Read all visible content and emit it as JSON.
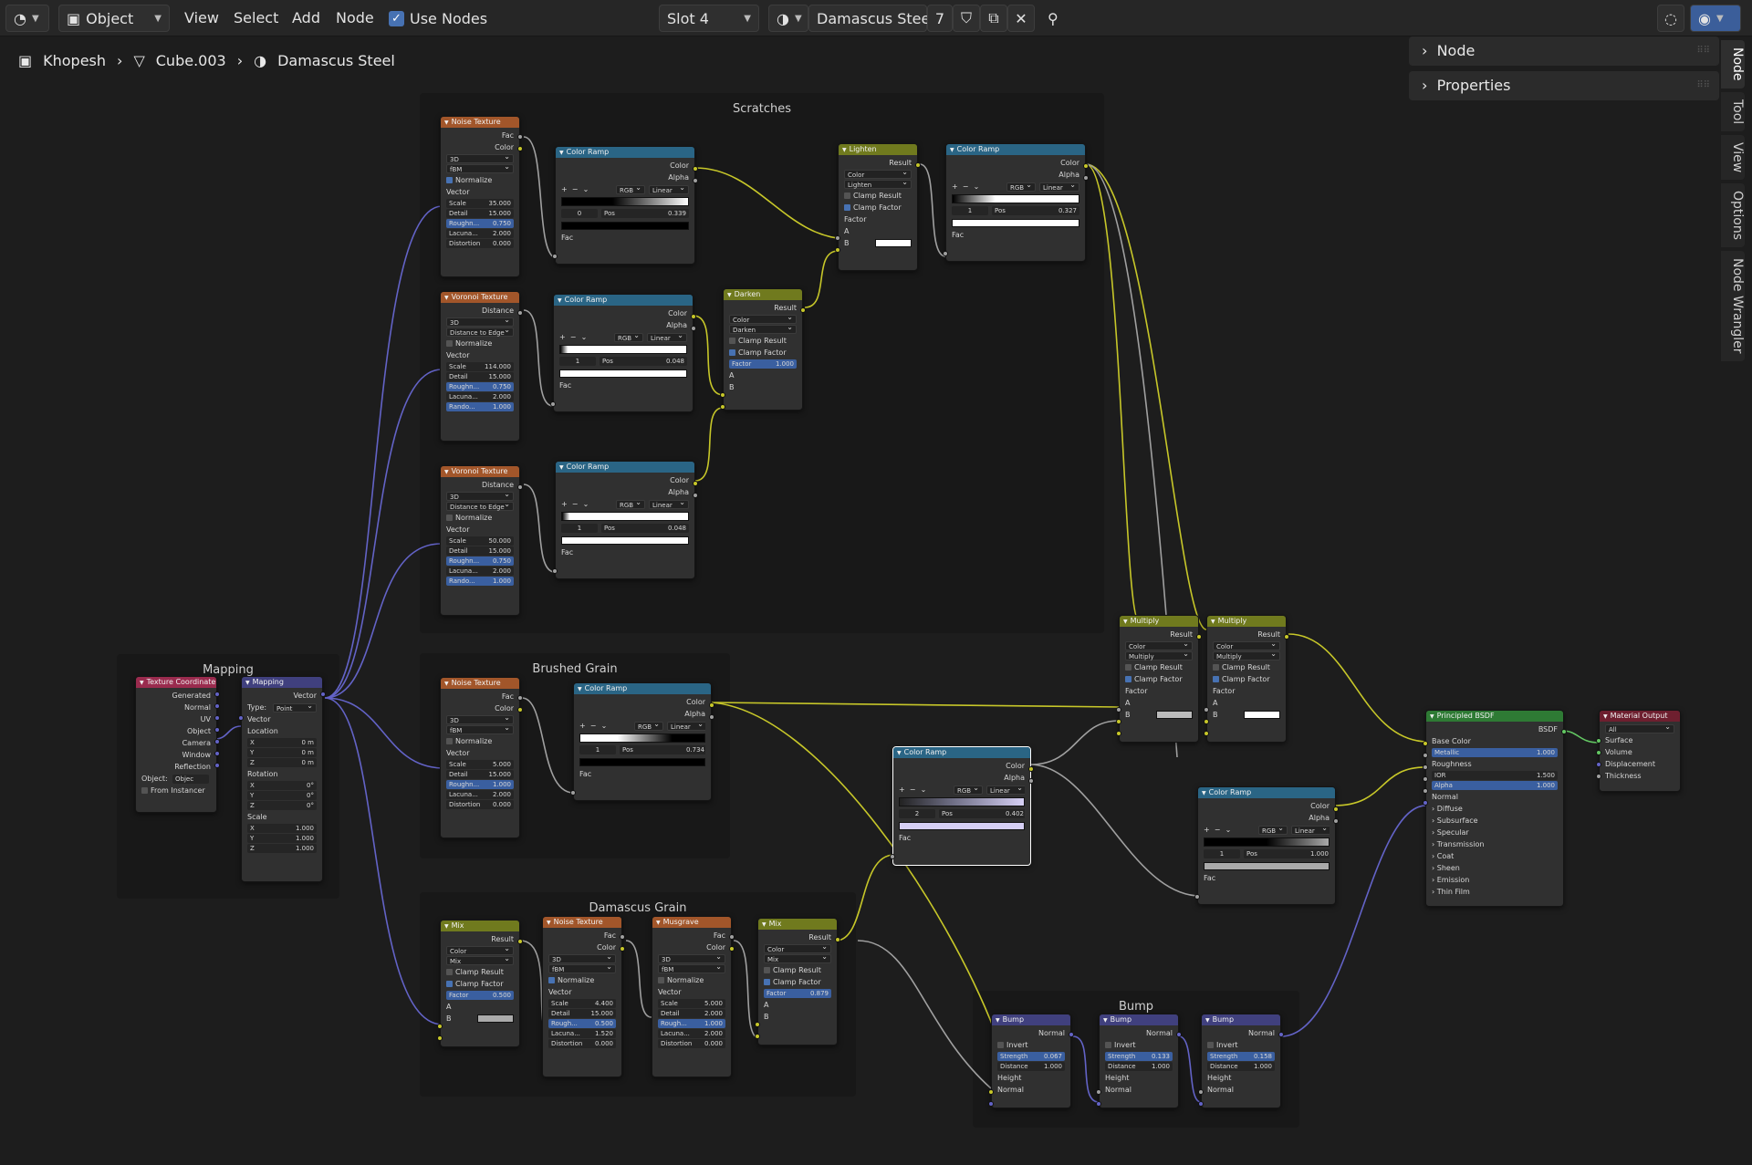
{
  "header": {
    "mode_label": "Object",
    "menus": [
      "View",
      "Select",
      "Add",
      "Node"
    ],
    "use_nodes_label": "Use Nodes",
    "slot_label": "Slot 4",
    "material_name": "Damascus Steel",
    "user_count": "7"
  },
  "breadcrumb": {
    "object": "Khopesh",
    "mesh": "Cube.003",
    "material": "Damascus Steel"
  },
  "side_panel": {
    "node_label": "Node",
    "properties_label": "Properties",
    "tabs": [
      "Node",
      "Tool",
      "View",
      "Options",
      "Node Wrangler"
    ]
  },
  "frames": {
    "scratches": "Scratches",
    "brushed": "Brushed Grain",
    "mapping": "Mapping",
    "damascus": "Damascus Grain",
    "bump": "Bump"
  },
  "common": {
    "fac": "Fac",
    "color": "Color",
    "alpha": "Alpha",
    "result": "Result",
    "vector": "Vector",
    "distance": "Distance",
    "a": "A",
    "b": "B",
    "normal": "Normal",
    "height": "Height",
    "invert": "Invert",
    "rgb": "RGB",
    "linear": "Linear",
    "pos": "Pos",
    "normalize": "Normalize",
    "clamp_result": "Clamp Result",
    "clamp_factor": "Clamp Factor",
    "factor": "Factor",
    "dim3d": "3D",
    "fbm": "fBM",
    "dist_edge": "Distance to Edge",
    "mode_color": "Color",
    "scale": "Scale",
    "detail": "Detail",
    "rough_abbr": "Roughn...",
    "lacuna": "Lacuna...",
    "distortion": "Distortion",
    "rando": "Rando...",
    "rough_short": "Rough...",
    "strength": "Strength",
    "x": "X",
    "y": "Y",
    "z": "Z",
    "plus": "+",
    "minus": "−",
    "menu": "⌄"
  },
  "nodes": {
    "noise1": {
      "title": "Noise Texture",
      "scale": "35.000",
      "detail": "15.000",
      "rough": "0.750",
      "lac": "2.000",
      "dist": "0.000"
    },
    "ramp1": {
      "title": "Color Ramp",
      "index": "0",
      "pos": "0.339"
    },
    "voronoi1": {
      "title": "Voronoi Texture",
      "scale": "114.000",
      "detail": "15.000",
      "rough": "0.750",
      "lac": "2.000",
      "rand": "1.000"
    },
    "ramp2": {
      "title": "Color Ramp",
      "index": "1",
      "pos": "0.048"
    },
    "voronoi2": {
      "title": "Voronoi Texture",
      "scale": "50.000",
      "detail": "15.000",
      "rough": "0.750",
      "lac": "2.000",
      "rand": "1.000"
    },
    "ramp3": {
      "title": "Color Ramp",
      "index": "1",
      "pos": "0.048"
    },
    "darken": {
      "title": "Darken",
      "blend": "Darken",
      "factor": "1.000"
    },
    "lighten": {
      "title": "Lighten",
      "blend": "Lighten"
    },
    "ramp4": {
      "title": "Color Ramp",
      "index": "1",
      "pos": "0.327"
    },
    "texcoord": {
      "title": "Texture Coordinate",
      "outputs": [
        "Generated",
        "Normal",
        "UV",
        "Object",
        "Camera",
        "Window",
        "Reflection"
      ],
      "object_label": "Object:",
      "object_placeholder": "Objec",
      "from_instancer": "From Instancer"
    },
    "mapping": {
      "title": "Mapping",
      "type_label": "Type:",
      "type_value": "Point",
      "location": "Location",
      "rotation": "Rotation",
      "scale": "Scale",
      "loc": [
        "0 m",
        "0 m",
        "0 m"
      ],
      "rot": [
        "0°",
        "0°",
        "0°"
      ],
      "scl": [
        "1.000",
        "1.000",
        "1.000"
      ]
    },
    "noise2": {
      "title": "Noise Texture",
      "scale": "5.000",
      "detail": "15.000",
      "rough": "1.000",
      "lac": "2.000",
      "dist": "0.000"
    },
    "ramp5": {
      "title": "Color Ramp",
      "index": "1",
      "pos": "0.734"
    },
    "mix1": {
      "title": "Mix",
      "blend": "Mix",
      "factor": "0.500"
    },
    "noise3": {
      "title": "Noise Texture",
      "scale": "4.400",
      "detail": "15.000",
      "rough": "0.500",
      "lac": "1.520",
      "dist": "0.000"
    },
    "musgrave": {
      "title": "Musgrave",
      "scale": "5.000",
      "detail": "2.000",
      "rough": "1.000",
      "lac": "2.000",
      "dist": "0.000"
    },
    "mix2": {
      "title": "Mix",
      "blend": "Mix",
      "factor": "0.879"
    },
    "ramp6": {
      "title": "Color Ramp",
      "index": "2",
      "pos": "0.402"
    },
    "multiply1": {
      "title": "Multiply",
      "blend": "Multiply"
    },
    "multiply2": {
      "title": "Multiply",
      "blend": "Multiply"
    },
    "ramp7": {
      "title": "Color Ramp",
      "index": "1",
      "pos": "1.000"
    },
    "bump1": {
      "title": "Bump",
      "strength": "0.067",
      "distance": "1.000"
    },
    "bump2": {
      "title": "Bump",
      "strength": "0.133",
      "distance": "1.000"
    },
    "bump3": {
      "title": "Bump",
      "strength": "0.158",
      "distance": "1.000"
    },
    "bsdf": {
      "title": "Principled BSDF",
      "out": "BSDF",
      "base_color": "Base Color",
      "metallic": "Metallic",
      "metallic_v": "1.000",
      "roughness": "Roughness",
      "ior": "IOR",
      "ior_v": "1.500",
      "alpha": "Alpha",
      "alpha_v": "1.000",
      "normal": "Normal",
      "panels": [
        "Diffuse",
        "Subsurface",
        "Specular",
        "Transmission",
        "Coat",
        "Sheen",
        "Emission",
        "Thin Film"
      ]
    },
    "output": {
      "title": "Material Output",
      "target": "All",
      "inputs": [
        "Surface",
        "Volume",
        "Displacement",
        "Thickness"
      ]
    }
  }
}
